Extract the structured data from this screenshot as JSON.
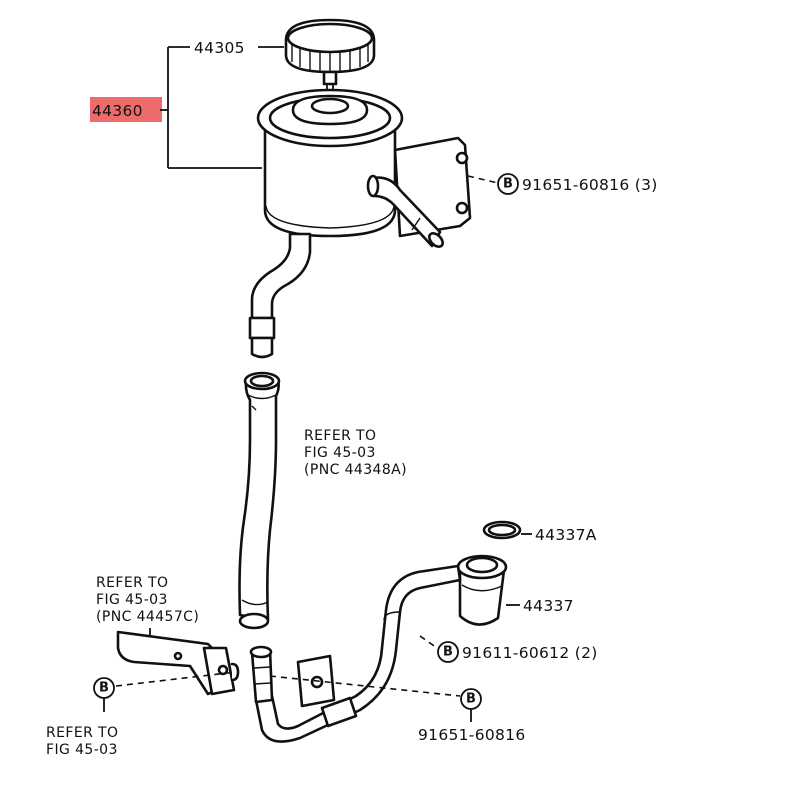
{
  "labels": {
    "assembly": "44360",
    "cap": "44305",
    "bolt_top": "91651-60816 (3)",
    "refer_hose_1": "REFER TO",
    "refer_hose_2": "FIG 45-03",
    "refer_hose_3": "(PNC 44348A)",
    "oring": "44337A",
    "union": "44337",
    "bolt_union": "91611-60612 (2)",
    "refer_bracket_1": "REFER TO",
    "refer_bracket_2": "FIG 45-03",
    "refer_bracket_3": "(PNC 44457C)",
    "bolt_bottom": "91651-60816",
    "refer_bottom_1": "REFER TO",
    "refer_bottom_2": "FIG 45-03",
    "bolt_marker": "B"
  },
  "colors": {
    "highlight": "#ee6b6b",
    "line": "#111111",
    "background": "#ffffff"
  }
}
